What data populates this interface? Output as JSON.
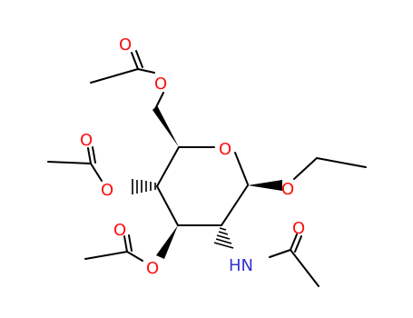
{
  "colors": {
    "bond": "#000000",
    "oxygen": "#ff0d0d",
    "nitrogen": "#3333cc"
  },
  "atoms": {
    "ring_oxygen": "O",
    "ethoxy_oxygen": "O",
    "amide_nitrogen": "HN",
    "amide_carbonyl_oxygen": "O",
    "c3_ester_oxygen": "O",
    "c3_carbonyl_oxygen": "O",
    "c4_ester_oxygen": "O",
    "c4_carbonyl_oxygen": "O",
    "c6_ester_oxygen": "O",
    "c6_carbonyl_oxygen": "O"
  }
}
